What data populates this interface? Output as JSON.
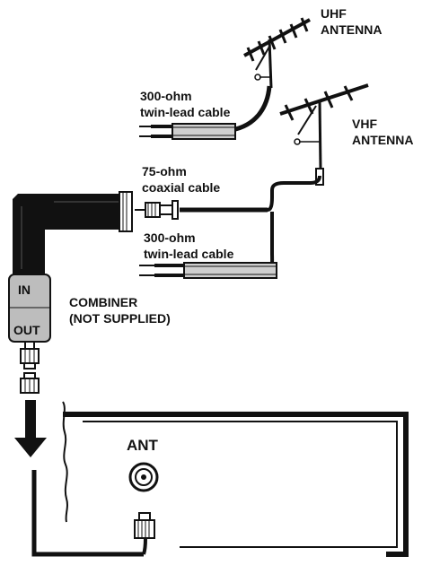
{
  "labels": {
    "uhf_antenna": [
      "UHF",
      "ANTENNA"
    ],
    "vhf_antenna": [
      "VHF",
      "ANTENNA"
    ],
    "twin_lead_top": [
      "300-ohm",
      "twin-lead  cable"
    ],
    "coaxial": [
      "75-ohm",
      "coaxial  cable"
    ],
    "twin_lead_bottom": [
      "300-ohm",
      "twin-lead  cable"
    ],
    "combiner": [
      "COMBINER",
      "(NOT  SUPPLIED)"
    ],
    "combiner_in": "IN",
    "combiner_out": "OUT",
    "ant": "ANT"
  },
  "colors": {
    "ink": "#111111",
    "grey": "#bdbdbd",
    "light_grey": "#d9d9d9",
    "background": "#ffffff"
  }
}
